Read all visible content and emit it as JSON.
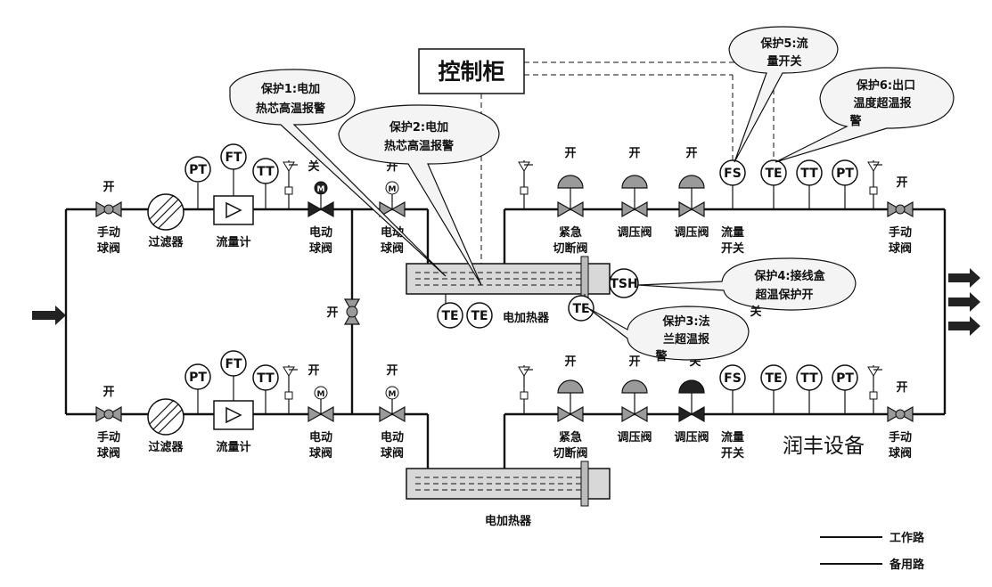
{
  "control_cabinet": "控制柜",
  "state": {
    "open": "开",
    "closed": "关"
  },
  "components": {
    "manual_valve": [
      "手动",
      "球阀"
    ],
    "filter": "过滤器",
    "flowmeter": "流量计",
    "electric_valve": [
      "电动",
      "球阀"
    ],
    "emergency_valve": [
      "紧急",
      "切断阀"
    ],
    "regulator": "调压阀",
    "flow_switch": [
      "流量",
      "开关"
    ],
    "heater": "电加热器"
  },
  "instruments": {
    "pt": "PT",
    "ft": "FT",
    "tt": "TT",
    "te": "TE",
    "fs": "FS",
    "tsh": "TSH",
    "m": "M"
  },
  "callouts": {
    "p1": [
      "保护1:电加",
      "热芯高温报警"
    ],
    "p2": [
      "保护2:电加",
      "热芯高温报警"
    ],
    "p3": [
      "保护3:法",
      "兰超温报",
      "警"
    ],
    "p4": [
      "保护4:接线盒",
      "超温保护开",
      "关"
    ],
    "p5": [
      "保护5:流",
      "量开关"
    ],
    "p6": [
      "保护6:出口",
      "温度超温报",
      "警"
    ]
  },
  "legend": {
    "working": "工作路",
    "standby": "备用路"
  },
  "brand": "润丰设备"
}
